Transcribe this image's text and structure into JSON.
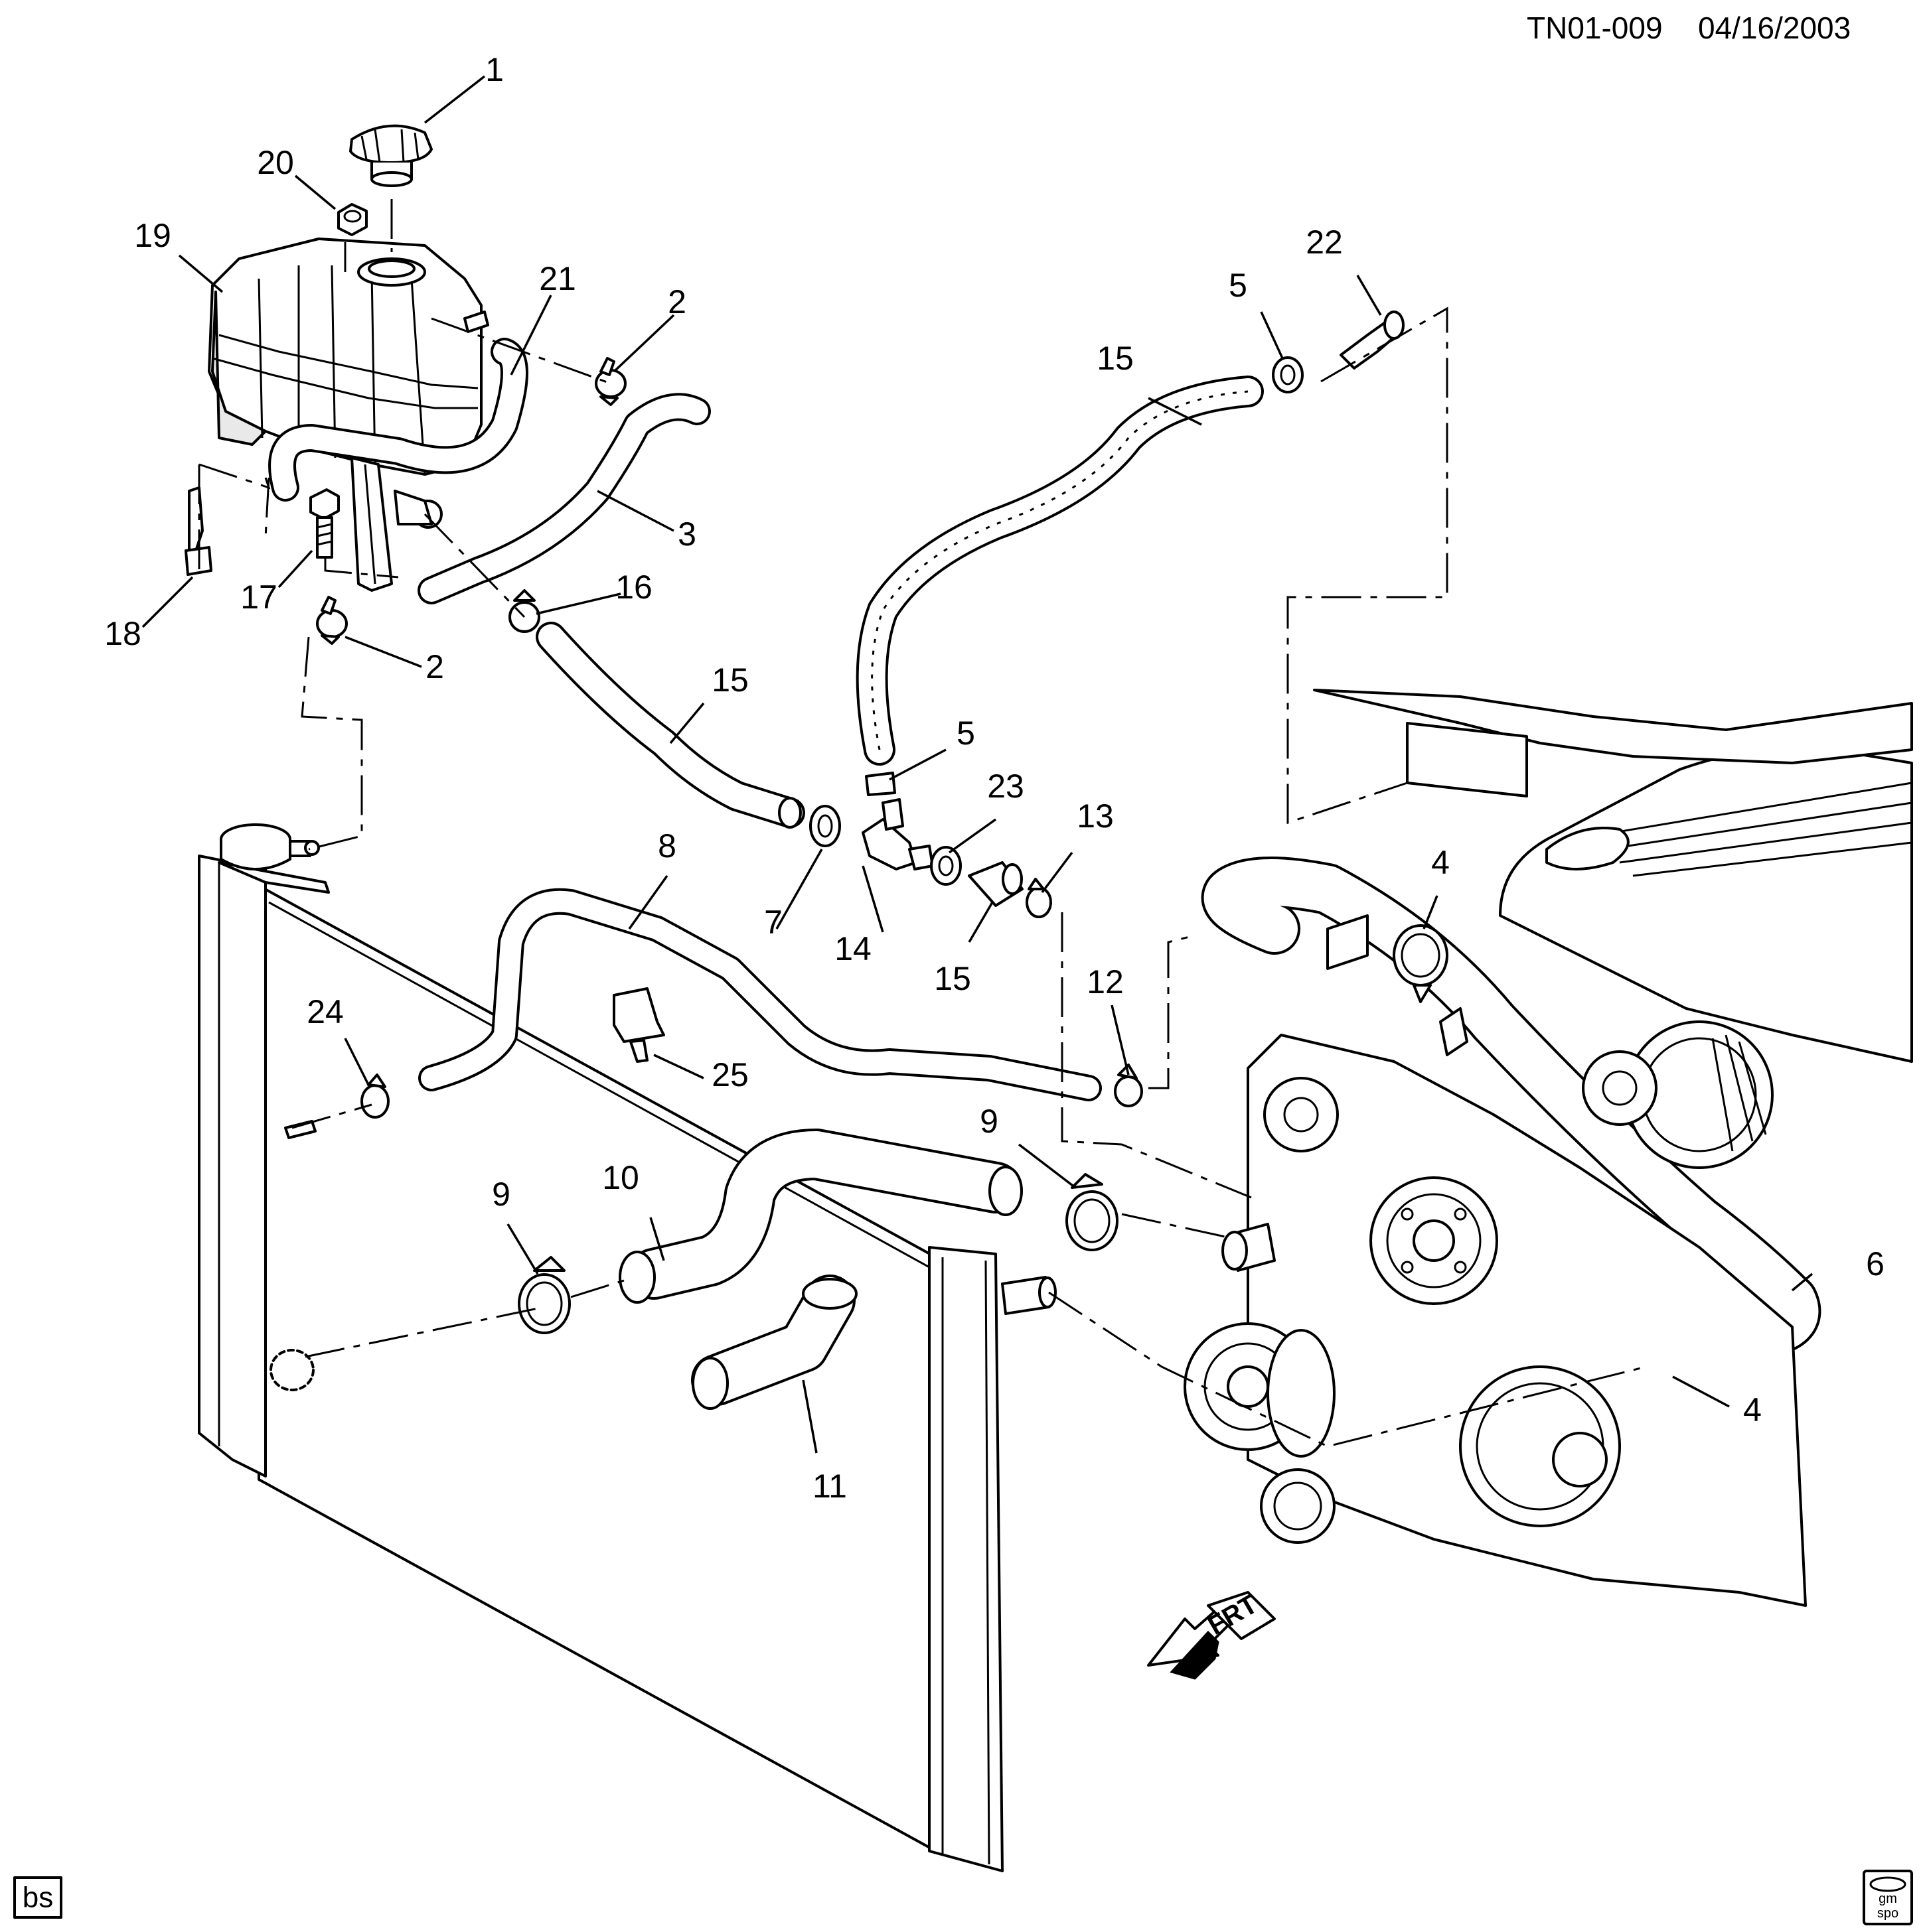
{
  "header": {
    "drawing_id": "TN01-009",
    "date": "04/16/2003"
  },
  "badges": {
    "bottom_left": "bs",
    "logo_top": "gm",
    "logo_bottom": "spo"
  },
  "direction": {
    "label": "FRT"
  },
  "callouts": [
    {
      "id": "c1",
      "label": "1"
    },
    {
      "id": "c2a",
      "label": "2"
    },
    {
      "id": "c2b",
      "label": "2"
    },
    {
      "id": "c3",
      "label": "3"
    },
    {
      "id": "c4a",
      "label": "4"
    },
    {
      "id": "c4b",
      "label": "4"
    },
    {
      "id": "c5a",
      "label": "5"
    },
    {
      "id": "c5b",
      "label": "5"
    },
    {
      "id": "c6",
      "label": "6"
    },
    {
      "id": "c7",
      "label": "7"
    },
    {
      "id": "c8",
      "label": "8"
    },
    {
      "id": "c9a",
      "label": "9"
    },
    {
      "id": "c9b",
      "label": "9"
    },
    {
      "id": "c10",
      "label": "10"
    },
    {
      "id": "c11",
      "label": "11"
    },
    {
      "id": "c12",
      "label": "12"
    },
    {
      "id": "c13",
      "label": "13"
    },
    {
      "id": "c14",
      "label": "14"
    },
    {
      "id": "c15a",
      "label": "15"
    },
    {
      "id": "c15b",
      "label": "15"
    },
    {
      "id": "c15c",
      "label": "15"
    },
    {
      "id": "c16",
      "label": "16"
    },
    {
      "id": "c17",
      "label": "17"
    },
    {
      "id": "c18",
      "label": "18"
    },
    {
      "id": "c19",
      "label": "19"
    },
    {
      "id": "c20",
      "label": "20"
    },
    {
      "id": "c21",
      "label": "21"
    },
    {
      "id": "c22",
      "label": "22"
    },
    {
      "id": "c23",
      "label": "23"
    },
    {
      "id": "c24",
      "label": "24"
    },
    {
      "id": "c25",
      "label": "25"
    }
  ]
}
